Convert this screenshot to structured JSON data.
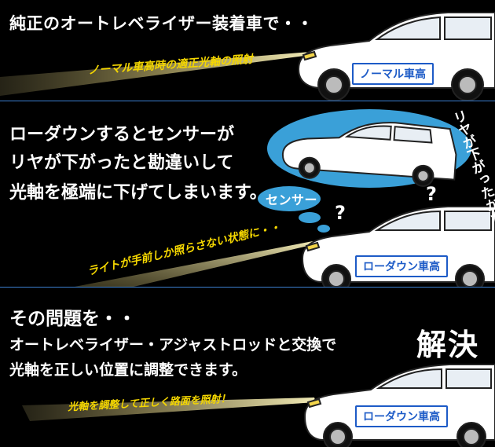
{
  "panel1": {
    "heading": "純正のオートレベライザー装着車で・・",
    "beam_label": "ノーマル車高時の適正光軸の照射",
    "car_label": "ノーマル車高"
  },
  "panel2": {
    "line1": "ローダウンするとセンサーが",
    "line2": "リヤが下がったと勘違いして",
    "line3": "光軸を極端に下げてしまいます。",
    "sensor_label": "センサー",
    "side_text": "リヤが下がったかな",
    "question_mark": "?",
    "beam_label": "ライトが手前しか照らさない状態に・・",
    "car_label": "ローダウン車高"
  },
  "panel3": {
    "line1": "その問題を・・",
    "line2": "オートレベライザー・アジャストロッドと交換で",
    "emphasis": "解決",
    "line3": "光軸を正しい位置に調整できます。",
    "beam_label": "光軸を調整して正しく路面を照射！",
    "car_label": "ローダウン車高"
  },
  "colors": {
    "background": "#000000",
    "divider": "#3b7fd0",
    "beam_text": "#f5d700",
    "car_label": "#1d5bc7",
    "bubble": "#3aa0d8"
  }
}
